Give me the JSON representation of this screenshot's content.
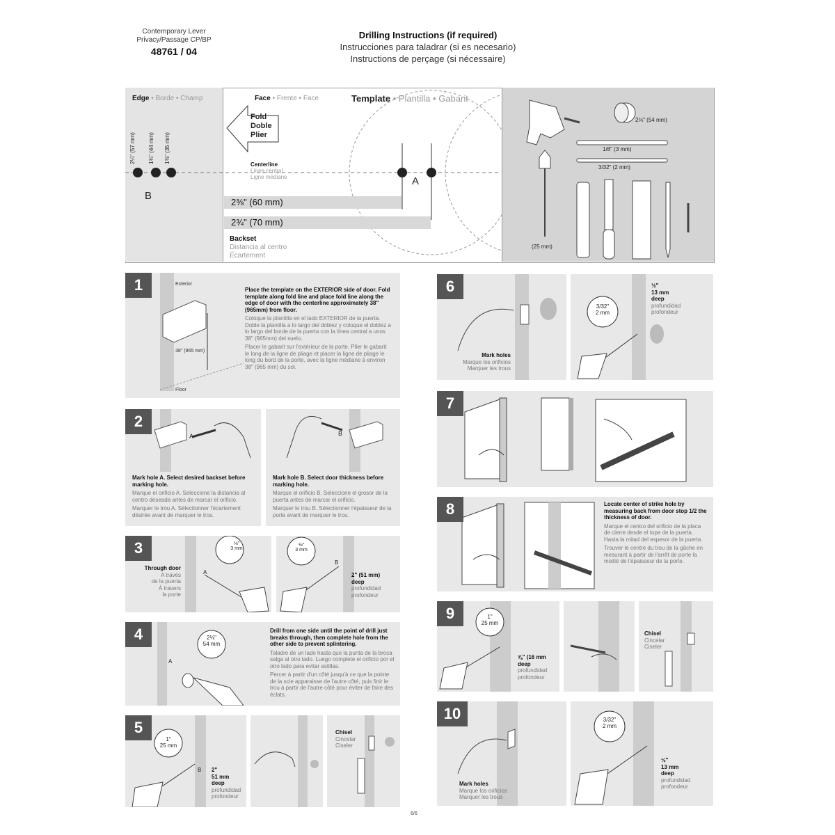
{
  "product": {
    "line1": "Contemporary Lever",
    "line2": "Privacy/Passage CP/BP",
    "number": "48761 / 04"
  },
  "header": {
    "title_en": "Drilling Instructions (if required)",
    "title_es": "Instrucciones para taladrar (si es necesario)",
    "title_fr": "Instructions de perçage (si nécessaire)"
  },
  "template": {
    "edge_en": "Edge",
    "edge_es": "Borde",
    "edge_fr": "Champ",
    "face_en": "Face",
    "face_es": "Frente",
    "face_fr": "Face",
    "tpl_en": "Template",
    "tpl_es": "Plantilla",
    "tpl_fr": "Gabarit",
    "fold": [
      "Fold",
      "Doble",
      "Plier"
    ],
    "edge_dims": [
      "2¼\" (57 mm)",
      "1¾\" (44 mm)",
      "1⅜\" (35 mm)"
    ],
    "point_b": "B",
    "point_a": "A",
    "centerline": [
      "Centerline",
      "Línea central",
      "Ligne médiane"
    ],
    "backset_60": "2⅜\"  (60 mm)",
    "backset_70": "2¾\"  (70 mm)",
    "backset": [
      "Backset",
      "Distancia al centro",
      "Écartement"
    ]
  },
  "tools": {
    "holesaw": "2⅛\" (54 mm)",
    "bit1": "1/8\" (3 mm)",
    "bit2": "3/32\" (2 mm)",
    "spade": "(25 mm)"
  },
  "steps": {
    "s1": {
      "num": "1",
      "exterior": "Exterior",
      "height": "38\" (965 mm)",
      "floor": "Floor",
      "en": "Place the template on the EXTERIOR side of door. Fold template along fold line and place fold line along the edge of door with the centerline approximately 38\" (965mm) from floor.",
      "es": "Coloque la plantilla en el lado EXTERIOR de la puerta. Doble la plantilla a lo largo del doblez y coloque el doblez a lo largo del borde de la puerta con la línea central a unos 38\" (965mm) del suelo.",
      "fr": "Placer le gabarit sur l'extérieur de la porte. Plier le gabarit le long de la ligne de pliage et placer la ligne de pliage le long du bord de la porte, avec la ligne médiane à environ 38\" (965 mm) du sol."
    },
    "s2a": {
      "num": "2",
      "pt": "A",
      "en": "Mark hole A. Select desired backset before marking hole.",
      "es": "Marque el orificio A. Seleccione la distancia al centro deseada antes de marcar el orificio.",
      "fr": "Marquer le trou A. Sélectionner l'écartement désirée avant de marquer le trou."
    },
    "s2b": {
      "pt": "B",
      "en": "Mark hole B. Select door thickness before marking hole.",
      "es": "Marque el orificio B. Seleccione el grosor de la puerta antes de marcar el orificio.",
      "fr": "Marquer le trou B. Sélectionner l'épaisseur de la porte avant de marquer le trou."
    },
    "s3": {
      "num": "3",
      "through": [
        "Through door",
        "A través",
        "de la puerta",
        "À travers",
        "la porte"
      ],
      "bit_in": "⅛\"",
      "bit_mm": "3 mm",
      "pt_a": "A",
      "pt_b": "B",
      "depth": "2\" (51 mm)",
      "deep": "deep",
      "deep_es": "profundidad",
      "deep_fr": "profondeur"
    },
    "s4": {
      "num": "4",
      "saw_in": "2⅛\"",
      "saw_mm": "54 mm",
      "pt": "A",
      "en": "Drill from one side until the point of drill just breaks through, then complete hole from the other side to prevent splintering.",
      "es": "Taladre de un lado hasta que la punta de la broca salga al otro lado. Luego complete el orificio por el otro lado para evitar astillas.",
      "fr": "Percer à partir d'un côté jusqu'à ce que la pointe de la scie apparaisse de l'autre côté, puis finir le trou à partir de l'autre côté pour éviter de faire des éclats."
    },
    "s5": {
      "num": "5",
      "bit_in": "1\"",
      "bit_mm": "25 mm",
      "pt": "B",
      "depth": [
        "2\"",
        "51 mm",
        "deep",
        "profundidad",
        "profondeur"
      ],
      "chisel": [
        "Chisel",
        "Cincelar",
        "Ciseler"
      ]
    },
    "s6": {
      "num": "6",
      "mark": [
        "Mark holes",
        "Marque los orificios",
        "Marquer les trous"
      ],
      "bit_in": "3/32\"",
      "bit_mm": "2 mm",
      "depth": [
        "½\"",
        "13 mm",
        "deep",
        "profundidad",
        "profondeur"
      ]
    },
    "s7": {
      "num": "7"
    },
    "s8": {
      "num": "8",
      "en": "Locate center of strike hole by measuring back from door stop 1/2 the thickness of door.",
      "es": "Marque el centro del orificio de la placa de cierre desde el tope de la puerta. Hasta la mitad del espesor de la puerta.",
      "fr": "Trouver le centre du trou de la gâche en mesurant à partir de l'arrêt de porte la moitié de l'épaisseur de la porte."
    },
    "s9": {
      "num": "9",
      "bit_in": "1\"",
      "bit_mm": "25 mm",
      "depth": [
        "⅝\" (16 mm",
        "deep",
        "profundidad",
        "profondeur"
      ],
      "chisel": [
        "Chisel",
        "Cincelar",
        "Ciseler"
      ]
    },
    "s10": {
      "num": "10",
      "mark": [
        "Mark holes",
        "Marque los orificios",
        "Marquer les trous"
      ],
      "bit_in": "3/32\"",
      "bit_mm": "2 mm",
      "depth": [
        "½\"",
        "13 mm",
        "deep",
        "profundidad",
        "profondeur"
      ]
    }
  },
  "footer": {
    "page": "6/6"
  }
}
